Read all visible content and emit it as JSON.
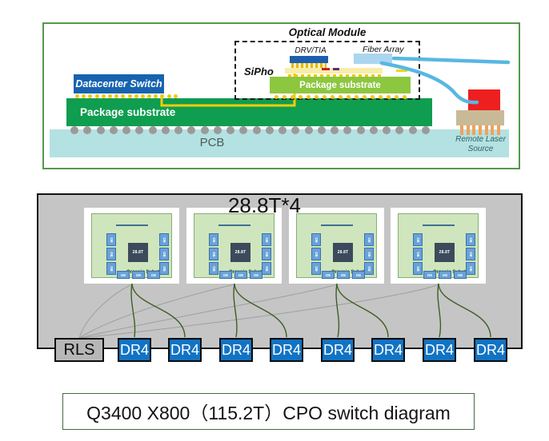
{
  "top_figure": {
    "optical_module_label": "Optical Module",
    "drv_tia_label": "DRV/TIA",
    "fiber_array_label": "Fiber Array",
    "sipho_label": "SiPho",
    "om_substrate_label": "Package substrate",
    "datacenter_switch_label": "Datacenter Switch",
    "main_substrate_label": "Package substrate",
    "pcb_label": "PCB",
    "remote_laser_line1": "Remote Laser",
    "remote_laser_line2": "Source"
  },
  "middle_figure": {
    "title": "28.8T*4",
    "package_count": 4,
    "package": {
      "chip_label": "28.8T",
      "oe_label": "OE",
      "substrate_label": "Organic Substrate"
    },
    "rls_label": "RLS",
    "dr4_labels": [
      "DR4",
      "DR4",
      "DR4",
      "DR4",
      "DR4",
      "DR4",
      "DR4",
      "DR4"
    ]
  },
  "caption": "Q3400 X800（115.2T）CPO switch diagram",
  "colors": {
    "substrate_green": "#0f9d4f",
    "om_substrate_green": "#8dc63f",
    "pcb_cyan": "#b4e1e1",
    "switch_blue": "#1763b0",
    "drv_chip_blue": "#1d5fae",
    "fiber_blue": "#58b7e3",
    "laser_red": "#ee1f1f",
    "bump_gold": "#f0c810",
    "dr4_blue": "#1273c4",
    "panel_gray": "#c5c5c5",
    "card_substrate_green": "#cfe5bd",
    "oe_blue": "#68a2d8",
    "chip_navy": "#3c4a5c"
  }
}
